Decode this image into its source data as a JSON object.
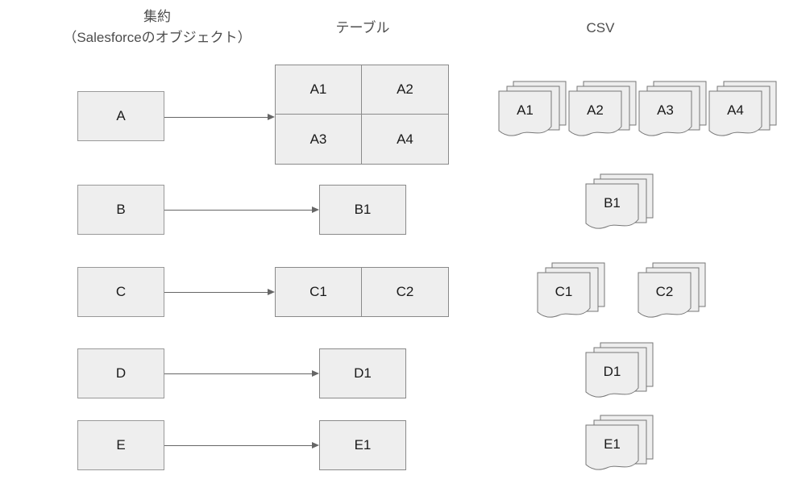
{
  "headers": {
    "aggregate_line1": "集約",
    "aggregate_line2": "（Salesforceのオブジェクト）",
    "table": "テーブル",
    "csv": "CSV"
  },
  "colors": {
    "box_fill": "#eeeeee",
    "box_border": "#999999",
    "table_border": "#8a8a8a",
    "arrow": "#666666",
    "text": "#1a1a1a",
    "header_text": "#4d4d4d",
    "background": "#ffffff"
  },
  "rows": [
    {
      "object": "A",
      "table_cells": [
        "A1",
        "A2",
        "A3",
        "A4"
      ],
      "csv_files": [
        "A1",
        "A2",
        "A3",
        "A4"
      ]
    },
    {
      "object": "B",
      "table_cells": [
        "B1"
      ],
      "csv_files": [
        "B1"
      ]
    },
    {
      "object": "C",
      "table_cells": [
        "C1",
        "C2"
      ],
      "csv_files": [
        "C1",
        "C2"
      ]
    },
    {
      "object": "D",
      "table_cells": [
        "D1"
      ],
      "csv_files": [
        "D1"
      ]
    },
    {
      "object": "E",
      "table_cells": [
        "E1"
      ],
      "csv_files": [
        "E1"
      ]
    }
  ]
}
